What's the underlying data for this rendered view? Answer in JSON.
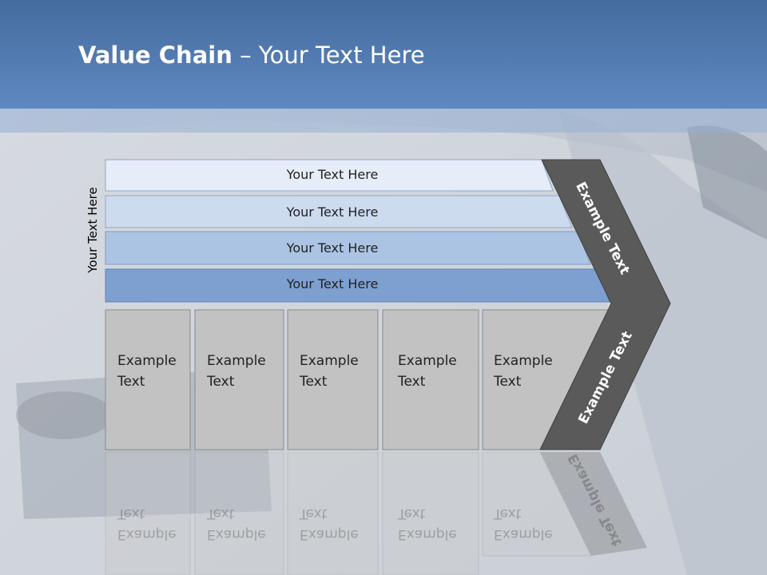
{
  "slide": {
    "title_bold": "Value Chain",
    "title_rest": " – Your Text Here",
    "side_label": "Your Text Here"
  },
  "bands": [
    {
      "label": "Your Text Here",
      "color": "#e6edf8"
    },
    {
      "label": "Your Text Here",
      "color": "#cddbef"
    },
    {
      "label": "Your Text Here",
      "color": "#acc4e4"
    },
    {
      "label": "Your Text Here",
      "color": "#7da0d0"
    }
  ],
  "boxes": [
    {
      "label": "Example\nText"
    },
    {
      "label": "Example\nText"
    },
    {
      "label": "Example\nText"
    },
    {
      "label": "Example\nText"
    },
    {
      "label": "Example\nText"
    }
  ],
  "chevron": {
    "top_label": "Example Text",
    "bottom_label": "Example Text",
    "color": "#5a5a5a"
  },
  "colors": {
    "header": "#5a82ba",
    "box_fill": "#c2c2c2",
    "box_border": "#8a8a8a"
  }
}
